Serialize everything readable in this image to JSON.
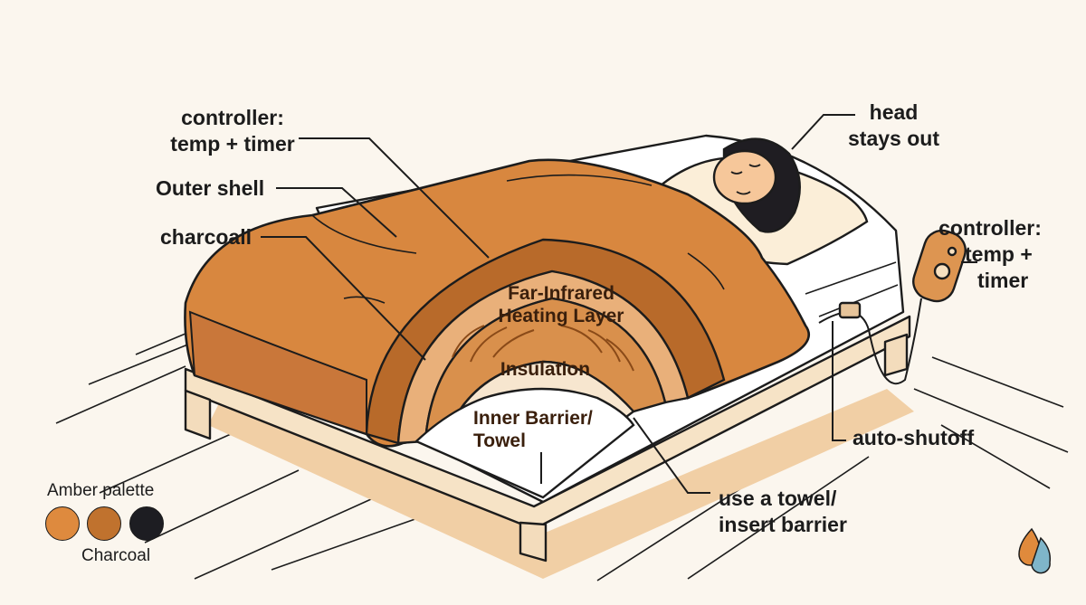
{
  "labels": {
    "controller_top_line1": "controller:",
    "controller_top_line2": "temp + timer",
    "outer_shell": "Outer shell",
    "charcoal": "charcoall",
    "head_line1": "head",
    "head_line2": "stays out",
    "controller_right_line1": "controller:",
    "controller_right_line2": "temp +",
    "controller_right_line3": "timer",
    "auto_shutoff": "auto-shutoff",
    "towel_line1": "use a towel/",
    "towel_line2": "insert barrier"
  },
  "layers": {
    "heating_line1": "Far-Infrared",
    "heating_line2": "Heating Layer",
    "insulation": "Insulation",
    "barrier_line1": "Inner Barrier/",
    "barrier_line2": "Towel"
  },
  "legend": {
    "title": "Amber palette",
    "subtitle": "Charcoal",
    "swatches": [
      "#de8a3e",
      "#c0722e",
      "#1d1d22"
    ]
  },
  "colors": {
    "background": "#fbf6ee",
    "blanket": "#d8873f",
    "blanket_dark": "#b86a2a",
    "wood": "#f3dcbc",
    "shadow": "#f1cfa5",
    "outline": "#1c1c1c"
  }
}
